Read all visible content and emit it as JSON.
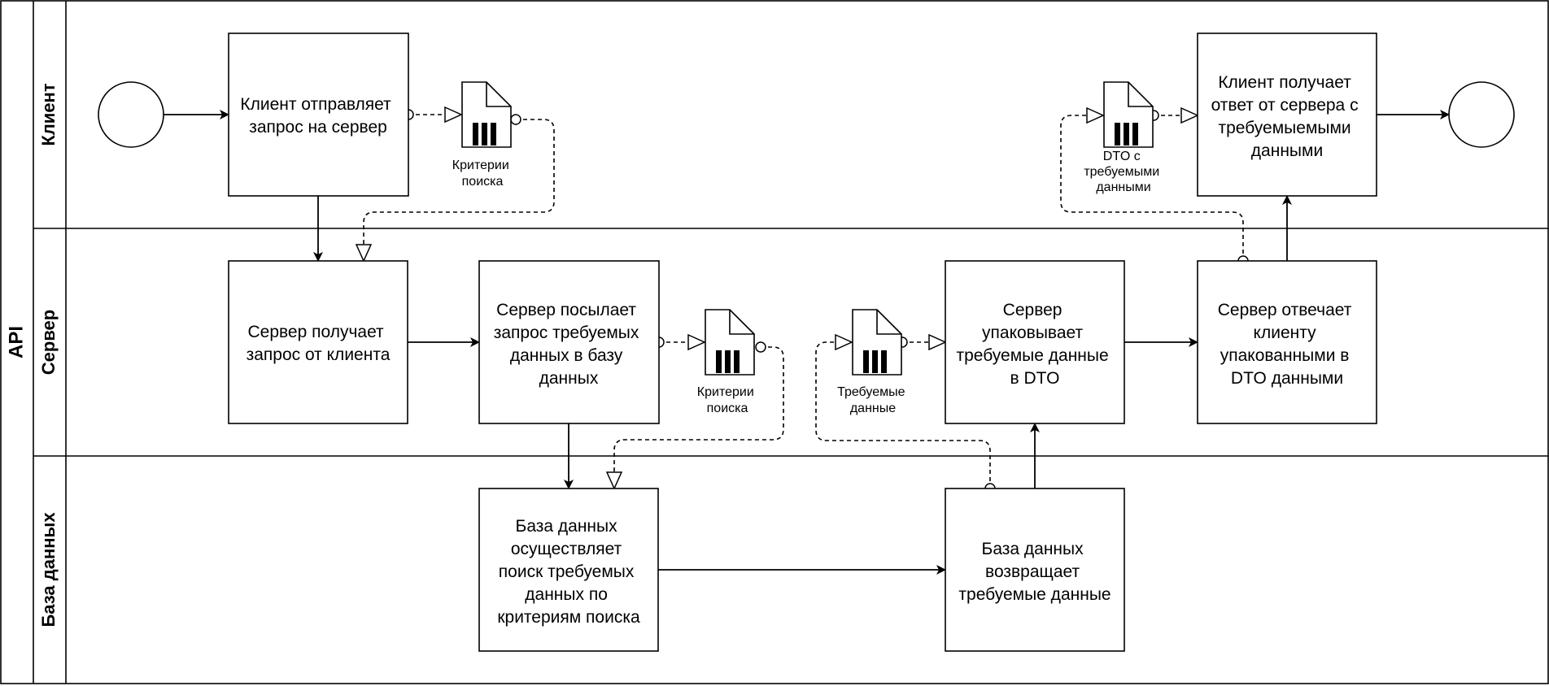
{
  "pool": {
    "label": "API"
  },
  "lanes": [
    {
      "id": "client",
      "label": "Клиент"
    },
    {
      "id": "server",
      "label": "Сервер"
    },
    {
      "id": "db",
      "label": "База данных"
    }
  ],
  "tasks": {
    "t1": [
      "Клиент отправляет",
      "запрос на сервер"
    ],
    "t2": [
      "Сервер получает",
      "запрос от клиента"
    ],
    "t3": [
      "Сервер посылает",
      "запрос требуемых",
      "данных в базу",
      "данных"
    ],
    "t4": [
      "База данных",
      "осуществляет",
      "поиск требуемых",
      "данных по",
      "критериям поиска"
    ],
    "t5": [
      "База данных",
      "возвращает",
      "требуемые данные"
    ],
    "t6": [
      "Сервер",
      "упаковывает",
      "требуемые данные",
      "в DTO"
    ],
    "t7": [
      "Сервер отвечает",
      "клиенту",
      "упакованными в",
      "DTO данными"
    ],
    "t8": [
      "Клиент получает",
      "ответ от сервера с",
      "требуемыемыми",
      "данными"
    ]
  },
  "documents": {
    "d1": [
      "Критерии",
      "поиска"
    ],
    "d2": [
      "Критерии",
      "поиска"
    ],
    "d3": [
      "Требуемые",
      "данные"
    ],
    "d4": [
      "DTO с",
      "требуемыми",
      "данными"
    ]
  }
}
